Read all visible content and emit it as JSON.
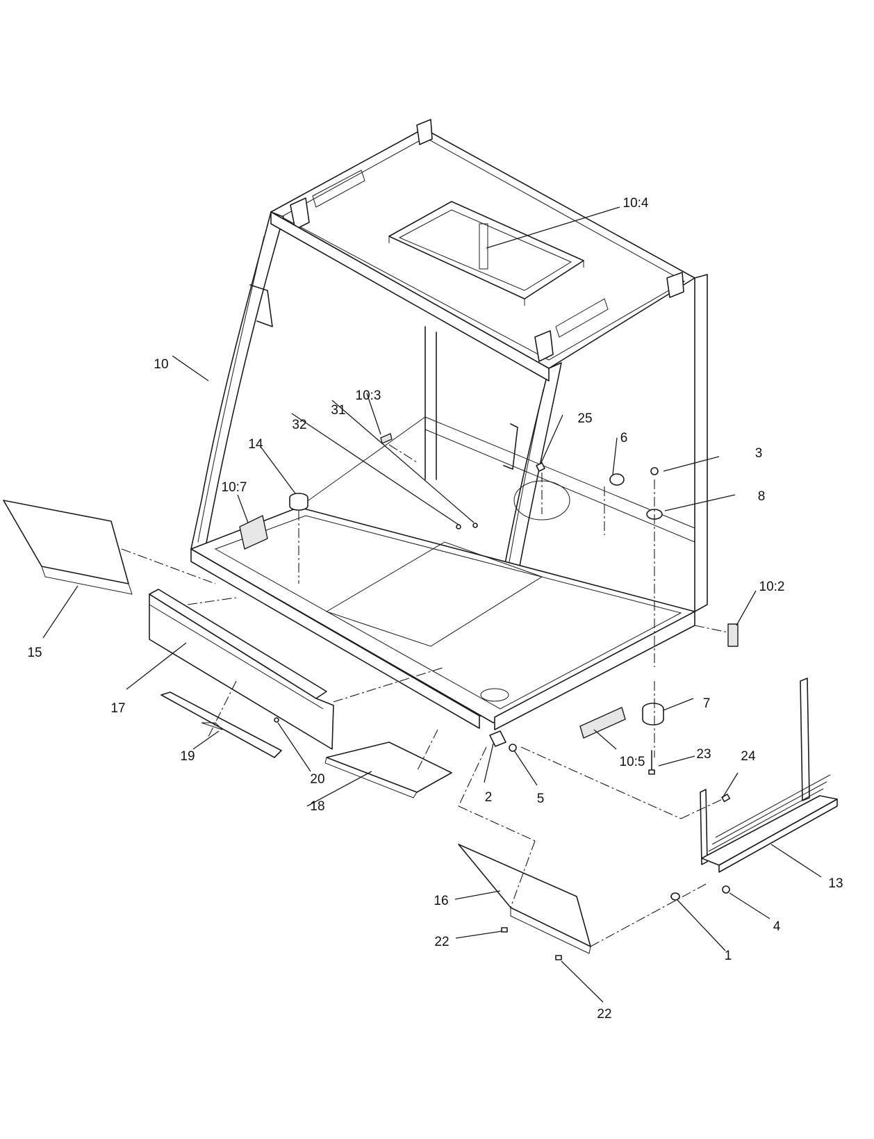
{
  "diagram": {
    "callouts": [
      {
        "id": "c-10-4",
        "text": "10:4"
      },
      {
        "id": "c-10",
        "text": "10"
      },
      {
        "id": "c-10-3",
        "text": "10:3"
      },
      {
        "id": "c-31",
        "text": "31"
      },
      {
        "id": "c-32",
        "text": "32"
      },
      {
        "id": "c-25",
        "text": "25"
      },
      {
        "id": "c-6",
        "text": "6"
      },
      {
        "id": "c-3",
        "text": "3"
      },
      {
        "id": "c-14",
        "text": "14"
      },
      {
        "id": "c-8",
        "text": "8"
      },
      {
        "id": "c-10-7",
        "text": "10:7"
      },
      {
        "id": "c-10-2",
        "text": "10:2"
      },
      {
        "id": "c-15",
        "text": "15"
      },
      {
        "id": "c-17",
        "text": "17"
      },
      {
        "id": "c-7",
        "text": "7"
      },
      {
        "id": "c-23",
        "text": "23"
      },
      {
        "id": "c-24",
        "text": "24"
      },
      {
        "id": "c-19",
        "text": "19"
      },
      {
        "id": "c-10-5",
        "text": "10:5"
      },
      {
        "id": "c-20",
        "text": "20"
      },
      {
        "id": "c-2",
        "text": "2"
      },
      {
        "id": "c-5",
        "text": "5"
      },
      {
        "id": "c-18",
        "text": "18"
      },
      {
        "id": "c-13",
        "text": "13"
      },
      {
        "id": "c-16",
        "text": "16"
      },
      {
        "id": "c-4",
        "text": "4"
      },
      {
        "id": "c-22a",
        "text": "22"
      },
      {
        "id": "c-1",
        "text": "1"
      },
      {
        "id": "c-22b",
        "text": "22"
      }
    ]
  }
}
